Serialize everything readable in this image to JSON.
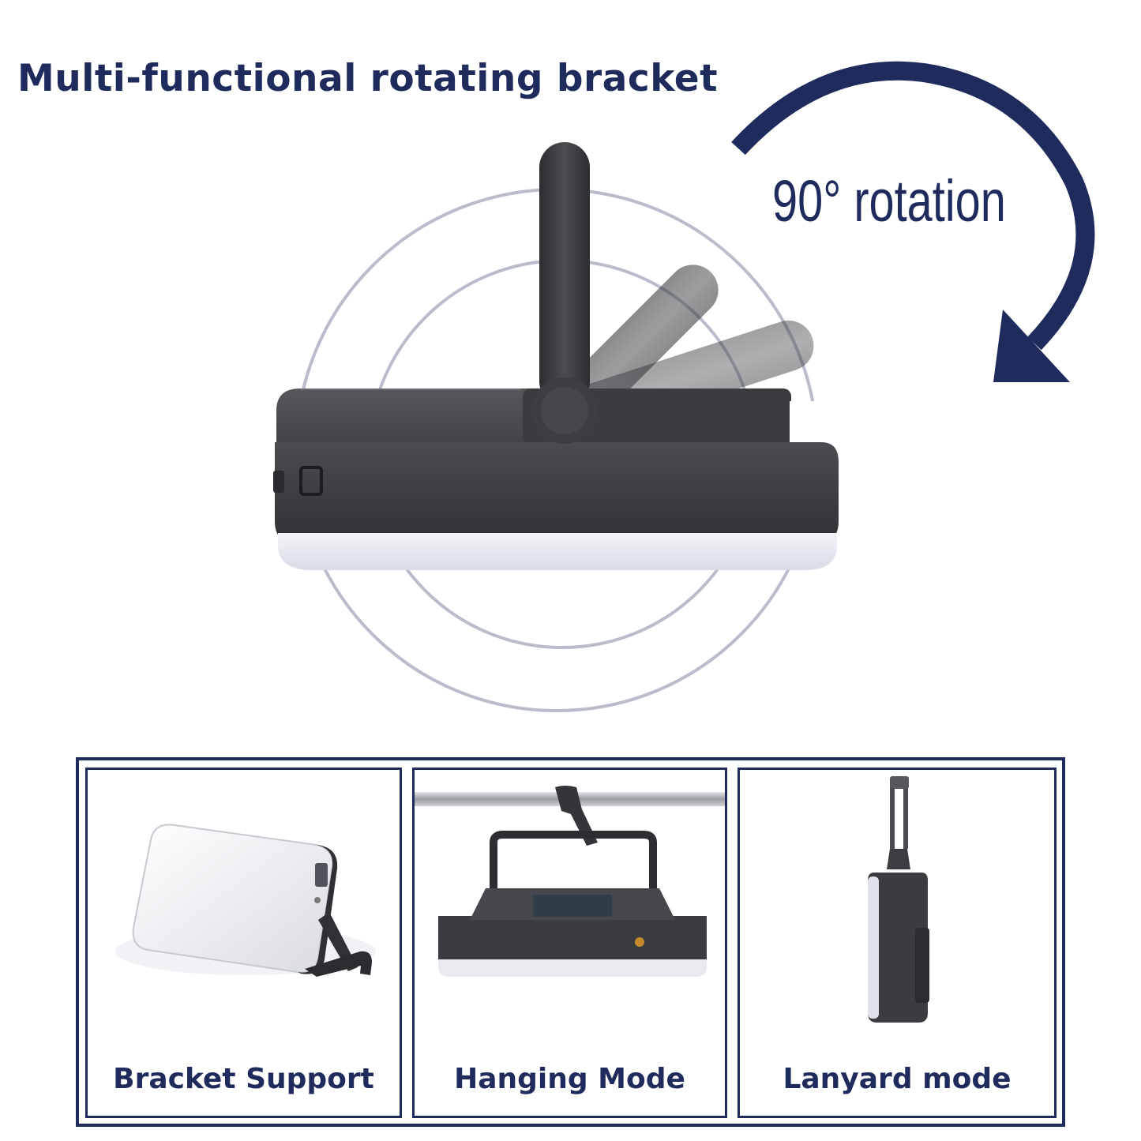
{
  "headline": "Multi-functional rotating bracket",
  "rotation_label": "90° rotation",
  "colors": {
    "accent": "#1f2b5c",
    "device": "#3a3c40",
    "ring": "#b9bccb"
  },
  "modes": [
    {
      "label": "Bracket Support",
      "icon": "bracket-support-photo"
    },
    {
      "label": "Hanging Mode",
      "icon": "hanging-mode-photo"
    },
    {
      "label": "Lanyard mode",
      "icon": "lanyard-mode-photo"
    }
  ]
}
